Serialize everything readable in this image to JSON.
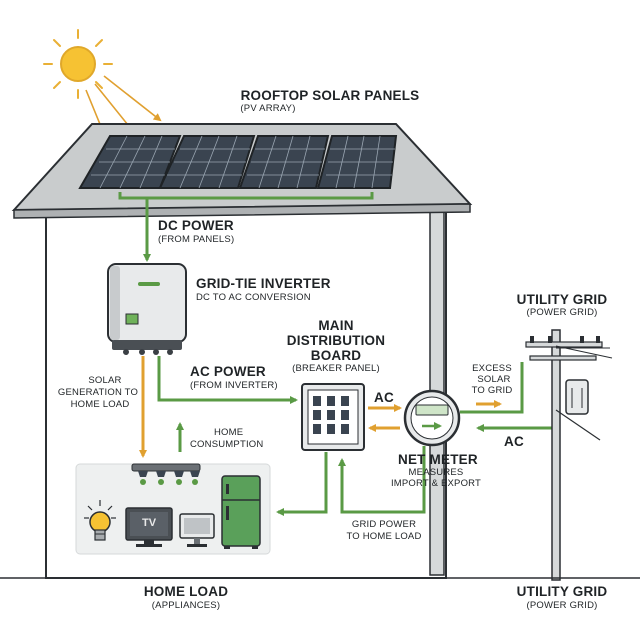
{
  "labels": {
    "solar_panels_title": "ROOFTOP SOLAR PANELS",
    "solar_panels_sub": "(PV ARRAY)",
    "dc_power_title": "DC POWER",
    "dc_power_sub": "(FROM PANELS)",
    "inverter_title": "GRID-TIE INVERTER",
    "inverter_sub": "DC TO AC CONVERSION",
    "mdb_title_1": "MAIN",
    "mdb_title_2": "DISTRIBUTION",
    "mdb_title_3": "BOARD",
    "mdb_sub": "(BREAKER PANEL)",
    "ac_power_title": "AC POWER",
    "ac_power_sub": "(FROM INVERTER)",
    "solar_gen_1": "SOLAR",
    "solar_gen_2": "GENERATION TO",
    "solar_gen_3": "HOME LOAD",
    "home_consumption_1": "HOME",
    "home_consumption_2": "CONSUMPTION",
    "ac_near_meter": "AC",
    "ac_near_grid": "AC",
    "net_meter_title": "NET METER",
    "net_meter_sub_1": "MEASURES",
    "net_meter_sub_2": "IMPORT & EXPORT",
    "excess_1": "EXCESS",
    "excess_2": "SOLAR",
    "excess_3": "TO GRID",
    "grid_power_1": "GRID POWER",
    "grid_power_2": "TO HOME LOAD",
    "utility_grid_top_title": "UTILITY GRID",
    "utility_grid_top_sub": "(POWER GRID)",
    "utility_grid_bottom_title": "UTILITY GRID",
    "utility_grid_bottom_sub": "(POWER GRID)",
    "home_load_title": "HOME LOAD",
    "home_load_sub": "(APPLIANCES)",
    "tv_text": "TV"
  },
  "colors": {
    "line_green": "#5a9a45",
    "arrow_orange": "#e0a030",
    "roof_gray": "#c9cccd",
    "panel_dark": "#3a4450",
    "fridge_green": "#5aa05a",
    "sun_yellow": "#f6c233",
    "outline": "#2b2f33"
  }
}
